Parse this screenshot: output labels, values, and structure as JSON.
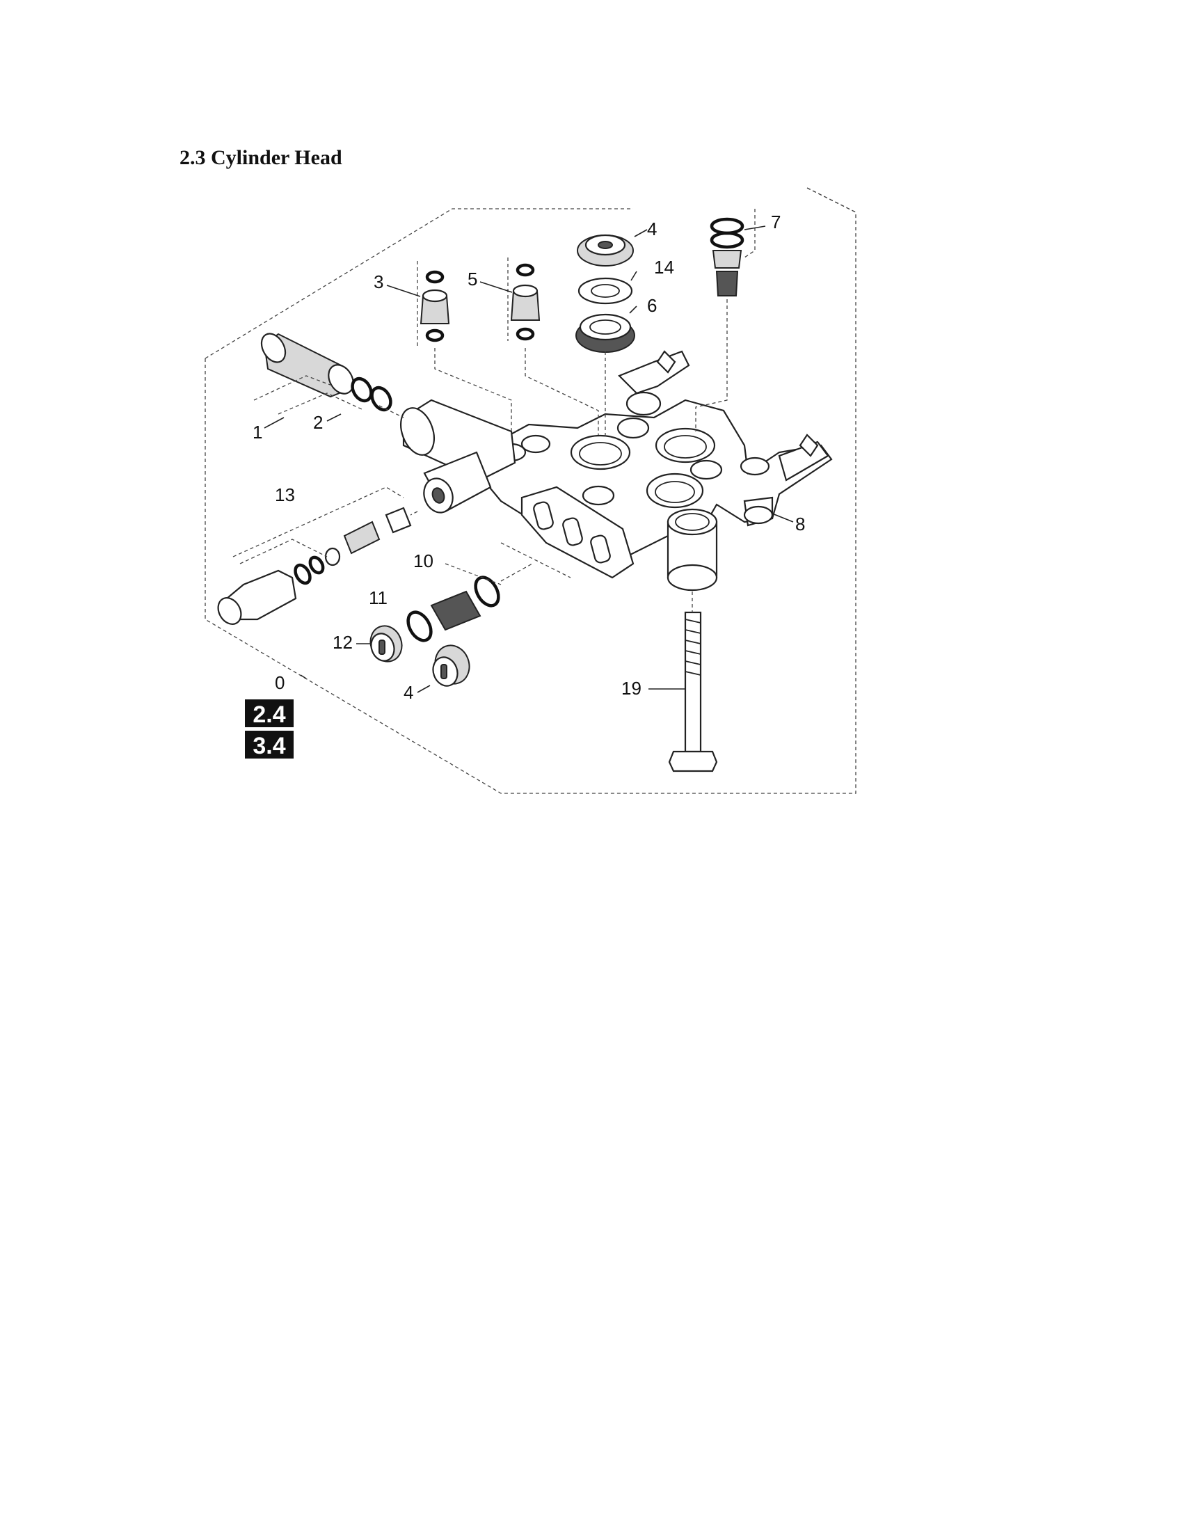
{
  "document": {
    "section_title": "2.3 Cylinder Head"
  },
  "diagram": {
    "callouts": [
      {
        "id": "c0",
        "label": "0"
      },
      {
        "id": "c1",
        "label": "1"
      },
      {
        "id": "c2",
        "label": "2"
      },
      {
        "id": "c3",
        "label": "3"
      },
      {
        "id": "c4a",
        "label": "4"
      },
      {
        "id": "c4b",
        "label": "4"
      },
      {
        "id": "c5",
        "label": "5"
      },
      {
        "id": "c6",
        "label": "6"
      },
      {
        "id": "c7",
        "label": "7"
      },
      {
        "id": "c8",
        "label": "8"
      },
      {
        "id": "c10",
        "label": "10"
      },
      {
        "id": "c11",
        "label": "11"
      },
      {
        "id": "c12",
        "label": "12"
      },
      {
        "id": "c13",
        "label": "13"
      },
      {
        "id": "c14",
        "label": "14"
      },
      {
        "id": "c19",
        "label": "19"
      }
    ],
    "reference_badges": [
      "2.4",
      "3.4"
    ]
  }
}
